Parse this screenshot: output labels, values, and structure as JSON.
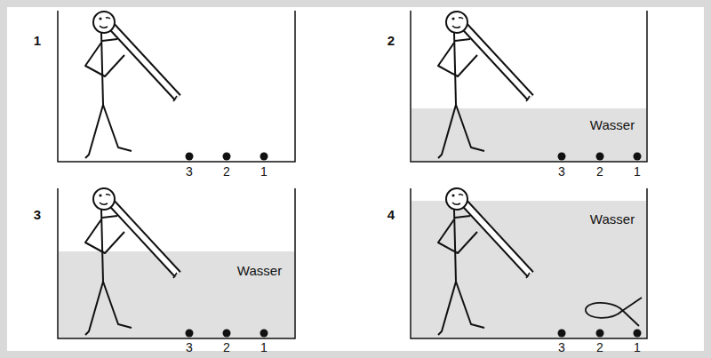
{
  "diagram": {
    "labels": [
      "1",
      "3",
      "2",
      "1",
      "2",
      "Wasser",
      "3",
      "2",
      "1",
      "3",
      "Wasser",
      "3",
      "2",
      "1",
      "4",
      "Wasser",
      "3",
      "2",
      "1"
    ]
  }
}
